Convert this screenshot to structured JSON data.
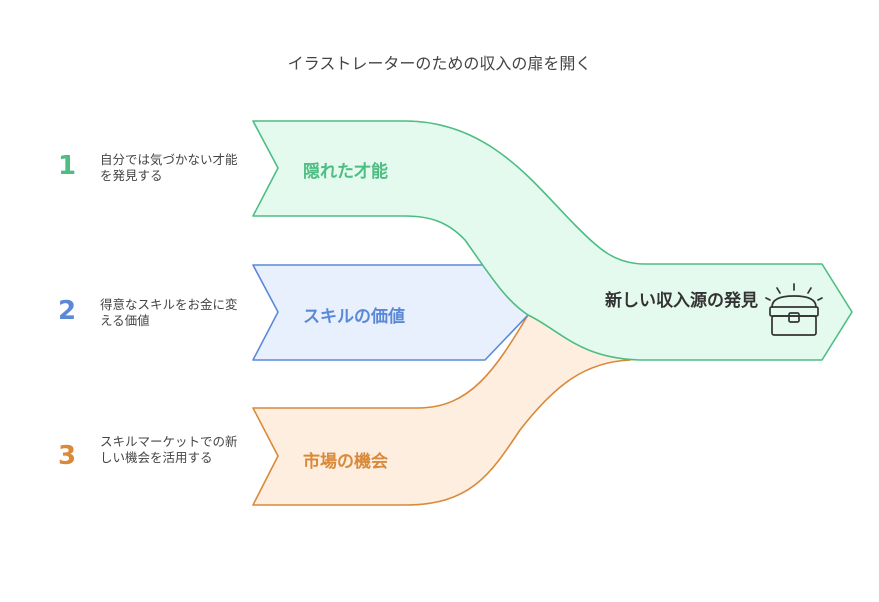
{
  "title": "イラストレーターのための収入の扉を開く",
  "steps": [
    {
      "number": "1",
      "description": "自分では気づかない才能を発見する",
      "label": "隠れた才能",
      "color": "#4dbd82",
      "fill": "#e4faee"
    },
    {
      "number": "2",
      "description": "得意なスキルをお金に変える価値",
      "label": "スキルの価値",
      "color": "#5b89d6",
      "fill": "#e8f0fd"
    },
    {
      "number": "3",
      "description": "スキルマーケットでの新しい機会を活用する",
      "label": "市場の機会",
      "color": "#d98938",
      "fill": "#fdeee0"
    }
  ],
  "result": {
    "label": "新しい収入源の発見",
    "icon": "treasure-chest-icon"
  }
}
